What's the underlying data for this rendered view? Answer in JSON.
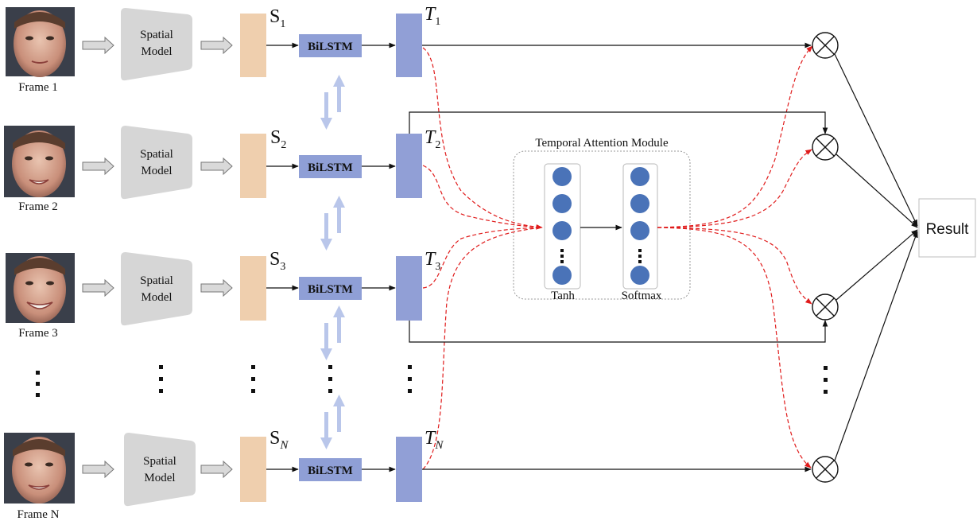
{
  "frames": [
    {
      "label": "Frame 1",
      "spatial_line1": "Spatial",
      "spatial_line2": "Model",
      "s_main": "S",
      "s_sub": "1",
      "bilstm": "BiLSTM",
      "t_main": "T",
      "t_sub": "1"
    },
    {
      "label": "Frame 2",
      "spatial_line1": "Spatial",
      "spatial_line2": "Model",
      "s_main": "S",
      "s_sub": "2",
      "bilstm": "BiLSTM",
      "t_main": "T",
      "t_sub": "2"
    },
    {
      "label": "Frame 3",
      "spatial_line1": "Spatial",
      "spatial_line2": "Model",
      "s_main": "S",
      "s_sub": "3",
      "bilstm": "BiLSTM",
      "t_main": "T",
      "t_sub": "3"
    },
    {
      "label": "Frame N",
      "spatial_line1": "Spatial",
      "spatial_line2": "Model",
      "s_main": "S",
      "s_sub": "N",
      "bilstm": "BiLSTM",
      "t_main": "T",
      "t_sub": "N"
    }
  ],
  "attention": {
    "title": "Temporal Attention Module",
    "tanh_label": "Tanh",
    "softmax_label": "Softmax"
  },
  "result_label": "Result",
  "colors": {
    "s_block": "#efcfae",
    "t_block": "#919fd6",
    "bilstm": "#8f9fd6",
    "spatial": "#d6d6d6",
    "node": "#4a73b8",
    "red_dash": "#e01b1b",
    "up_arrow": "#b9c6ea"
  }
}
